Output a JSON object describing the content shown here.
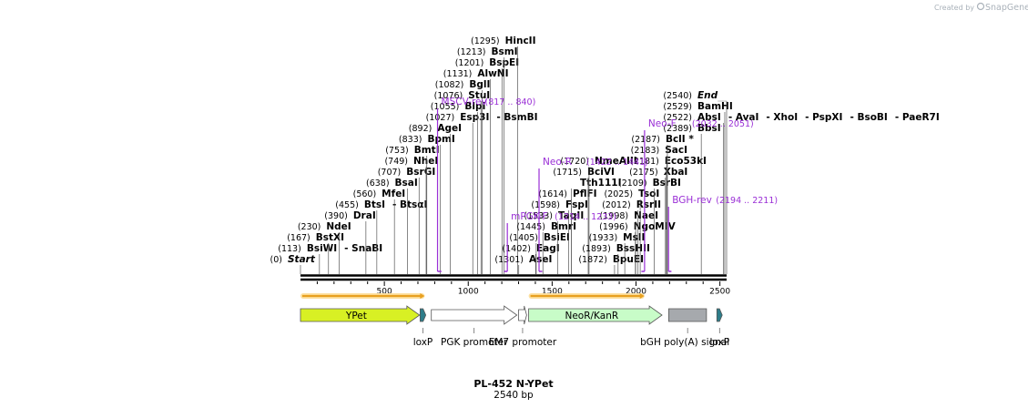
{
  "credit": {
    "prefix": "Created by",
    "brand": "SnapGene"
  },
  "map": {
    "title": "PL-452 N-YPet",
    "length_label": "2540 bp",
    "length": 2540,
    "ticks": [
      {
        "pos": 500,
        "label": "500"
      },
      {
        "pos": 1000,
        "label": "1000"
      },
      {
        "pos": 1500,
        "label": "1500"
      },
      {
        "pos": 2000,
        "label": "2000"
      },
      {
        "pos": 2500,
        "label": "2500"
      }
    ],
    "sites": [
      {
        "parts": [
          {
            "name": "Start",
            "pos": 0,
            "italic": true
          }
        ],
        "label_pos": "(0)"
      },
      {
        "parts": [
          {
            "name": "BsiWI",
            "pos": 113
          },
          {
            "name": "SnaBI",
            "pos": 113
          }
        ],
        "label_pos": "(113)"
      },
      {
        "parts": [
          {
            "name": "BstXI",
            "pos": 167
          }
        ],
        "label_pos": "(167)"
      },
      {
        "parts": [
          {
            "name": "NdeI",
            "pos": 230
          }
        ],
        "label_pos": "(230)"
      },
      {
        "parts": [
          {
            "name": "DraI",
            "pos": 390
          }
        ],
        "label_pos": "(390)"
      },
      {
        "parts": [
          {
            "name": "BtsI",
            "pos": 455
          },
          {
            "name": "BtsαI",
            "pos": 455
          }
        ],
        "label_pos": "(455)"
      },
      {
        "parts": [
          {
            "name": "MfeI",
            "pos": 560
          }
        ],
        "label_pos": "(560)"
      },
      {
        "parts": [
          {
            "name": "BsaI",
            "pos": 638
          }
        ],
        "label_pos": "(638)"
      },
      {
        "parts": [
          {
            "name": "BsrGI",
            "pos": 707
          }
        ],
        "label_pos": "(707)"
      },
      {
        "parts": [
          {
            "name": "NheI",
            "pos": 749
          }
        ],
        "label_pos": "(749)"
      },
      {
        "parts": [
          {
            "name": "BmtI",
            "pos": 753
          }
        ],
        "label_pos": "(753)"
      },
      {
        "parts": [
          {
            "name": "BpmI",
            "pos": 833
          }
        ],
        "label_pos": "(833)"
      },
      {
        "parts": [
          {
            "name": "AgeI",
            "pos": 892
          }
        ],
        "label_pos": "(892)"
      },
      {
        "parts": [
          {
            "name": "Esp3I",
            "pos": 1027
          },
          {
            "name": "BsmBI",
            "pos": 1027
          }
        ],
        "label_pos": "(1027)"
      },
      {
        "parts": [
          {
            "name": "BlpI",
            "pos": 1055
          }
        ],
        "label_pos": "(1055)"
      },
      {
        "parts": [
          {
            "name": "StuI",
            "pos": 1076
          }
        ],
        "label_pos": "(1076)"
      },
      {
        "parts": [
          {
            "name": "BglI",
            "pos": 1082
          }
        ],
        "label_pos": "(1082)"
      },
      {
        "parts": [
          {
            "name": "AlwNI",
            "pos": 1131
          }
        ],
        "label_pos": "(1131)"
      },
      {
        "parts": [
          {
            "name": "BspEI",
            "pos": 1201
          }
        ],
        "label_pos": "(1201)"
      },
      {
        "parts": [
          {
            "name": "BsmI",
            "pos": 1213
          }
        ],
        "label_pos": "(1213)"
      },
      {
        "parts": [
          {
            "name": "HincII",
            "pos": 1295
          }
        ],
        "label_pos": "(1295)"
      },
      {
        "parts": [
          {
            "name": "AseI",
            "pos": 1301
          }
        ],
        "label_pos": "(1301)"
      },
      {
        "parts": [
          {
            "name": "EagI",
            "pos": 1402
          }
        ],
        "label_pos": "(1402)"
      },
      {
        "parts": [
          {
            "name": "BsiEI",
            "pos": 1405
          }
        ],
        "label_pos": "(1405)"
      },
      {
        "parts": [
          {
            "name": "BmrI",
            "pos": 1445
          }
        ],
        "label_pos": "(1445)"
      },
      {
        "parts": [
          {
            "name": "TaqII",
            "pos": 1533
          }
        ],
        "label_pos": "(1533)"
      },
      {
        "parts": [
          {
            "name": "FspI",
            "pos": 1598
          }
        ],
        "label_pos": "(1598)"
      },
      {
        "parts": [
          {
            "name": "PflFI",
            "pos": 1614
          }
        ],
        "label_pos": "(1614)"
      },
      {
        "parts": [
          {
            "name": "Tth111I",
            "pos": 1614
          }
        ],
        "label_pos": ""
      },
      {
        "parts": [
          {
            "name": "BciVI",
            "pos": 1715
          }
        ],
        "label_pos": "(1715)"
      },
      {
        "parts": [
          {
            "name": "NmeAIII",
            "pos": 1720
          }
        ],
        "label_pos": "(1720)"
      },
      {
        "parts": [
          {
            "name": "BpuEI",
            "pos": 1872
          }
        ],
        "label_pos": "(1872)"
      },
      {
        "parts": [
          {
            "name": "BssHII",
            "pos": 1893
          }
        ],
        "label_pos": "(1893)"
      },
      {
        "parts": [
          {
            "name": "MslI",
            "pos": 1933
          }
        ],
        "label_pos": "(1933)"
      },
      {
        "parts": [
          {
            "name": "NgoMIV",
            "pos": 1996
          }
        ],
        "label_pos": "(1996)"
      },
      {
        "parts": [
          {
            "name": "NaeI",
            "pos": 1998
          }
        ],
        "label_pos": "(1998)"
      },
      {
        "parts": [
          {
            "name": "RsrII",
            "pos": 2012
          }
        ],
        "label_pos": "(2012)"
      },
      {
        "parts": [
          {
            "name": "TsoI",
            "pos": 2025
          }
        ],
        "label_pos": "(2025)"
      },
      {
        "parts": [
          {
            "name": "BsrBI",
            "pos": 2109
          }
        ],
        "label_pos": "(2109)"
      },
      {
        "parts": [
          {
            "name": "XbaI",
            "pos": 2175
          }
        ],
        "label_pos": "(2175)"
      },
      {
        "parts": [
          {
            "name": "Eco53kI",
            "pos": 2181
          }
        ],
        "label_pos": "(2181)"
      },
      {
        "parts": [
          {
            "name": "SacI",
            "pos": 2183
          }
        ],
        "label_pos": "(2183)"
      },
      {
        "parts": [
          {
            "name": "BclI *",
            "pos": 2187
          }
        ],
        "label_pos": "(2187)"
      },
      {
        "parts": [
          {
            "name": "BbsI",
            "pos": 2389
          }
        ],
        "label_pos": "(2389)"
      },
      {
        "parts": [
          {
            "name": "AbsI",
            "pos": 2522
          },
          {
            "name": "AvaI",
            "pos": 2522
          },
          {
            "name": "XhoI",
            "pos": 2522
          },
          {
            "name": "PspXI",
            "pos": 2522
          },
          {
            "name": "BsoBI",
            "pos": 2522
          },
          {
            "name": "PaeR7I",
            "pos": 2522
          }
        ],
        "label_pos": "(2522)"
      },
      {
        "parts": [
          {
            "name": "BamHI",
            "pos": 2529
          }
        ],
        "label_pos": "(2529)"
      },
      {
        "parts": [
          {
            "name": "End",
            "pos": 2540,
            "italic": true
          }
        ],
        "label_pos": "(2540)"
      }
    ],
    "primers": [
      {
        "name": "MSCV-rev",
        "range": "(817 .. 840)",
        "start": 817,
        "end": 840,
        "dir": "rev"
      },
      {
        "name": "mPGK-F",
        "range": "(1214 .. 1233)",
        "start": 1214,
        "end": 1233,
        "dir": "fwd"
      },
      {
        "name": "Neo-R",
        "range": "(1422 .. 1441)",
        "start": 1422,
        "end": 1441,
        "dir": "rev"
      },
      {
        "name": "Neo-F",
        "range": "(2032 .. 2051)",
        "start": 2032,
        "end": 2051,
        "dir": "fwd"
      },
      {
        "name": "BGH-rev",
        "range": "(2194 .. 2211)",
        "start": 2194,
        "end": 2211,
        "dir": "rev"
      }
    ],
    "orfs": [
      {
        "start": 0,
        "end": 740
      },
      {
        "start": 1360,
        "end": 2050
      }
    ],
    "features": [
      {
        "name": "YPet",
        "start": 0,
        "end": 710,
        "type": "cds",
        "color": "#d8f024",
        "label_inside": true
      },
      {
        "name": "loxP",
        "start": 713,
        "end": 747,
        "type": "misc",
        "color": "#2e7d8a",
        "label_inside": false
      },
      {
        "name": "PGK promoter",
        "start": 780,
        "end": 1290,
        "type": "promoter",
        "color": "#ffffff",
        "label_inside": false
      },
      {
        "name": "EM7 promoter",
        "start": 1300,
        "end": 1348,
        "type": "promoter",
        "color": "#ffffff",
        "label_inside": false
      },
      {
        "name": "NeoR/KanR",
        "start": 1360,
        "end": 2155,
        "type": "cds",
        "color": "#c8fcc8",
        "label_inside": true
      },
      {
        "name": "bGH poly(A) signal",
        "start": 2195,
        "end": 2420,
        "type": "terminator",
        "color": "#a6a9ad",
        "label_inside": false
      },
      {
        "name": "loxP",
        "start": 2482,
        "end": 2514,
        "type": "misc",
        "color": "#2e7d8a",
        "label_inside": false
      }
    ]
  },
  "colors": {
    "primer": "#9a2fd6",
    "orf": "#e8a020",
    "backbone": "#000000",
    "pgk_arrow_fill": "#ffffff",
    "credit": "#aab2ba"
  }
}
